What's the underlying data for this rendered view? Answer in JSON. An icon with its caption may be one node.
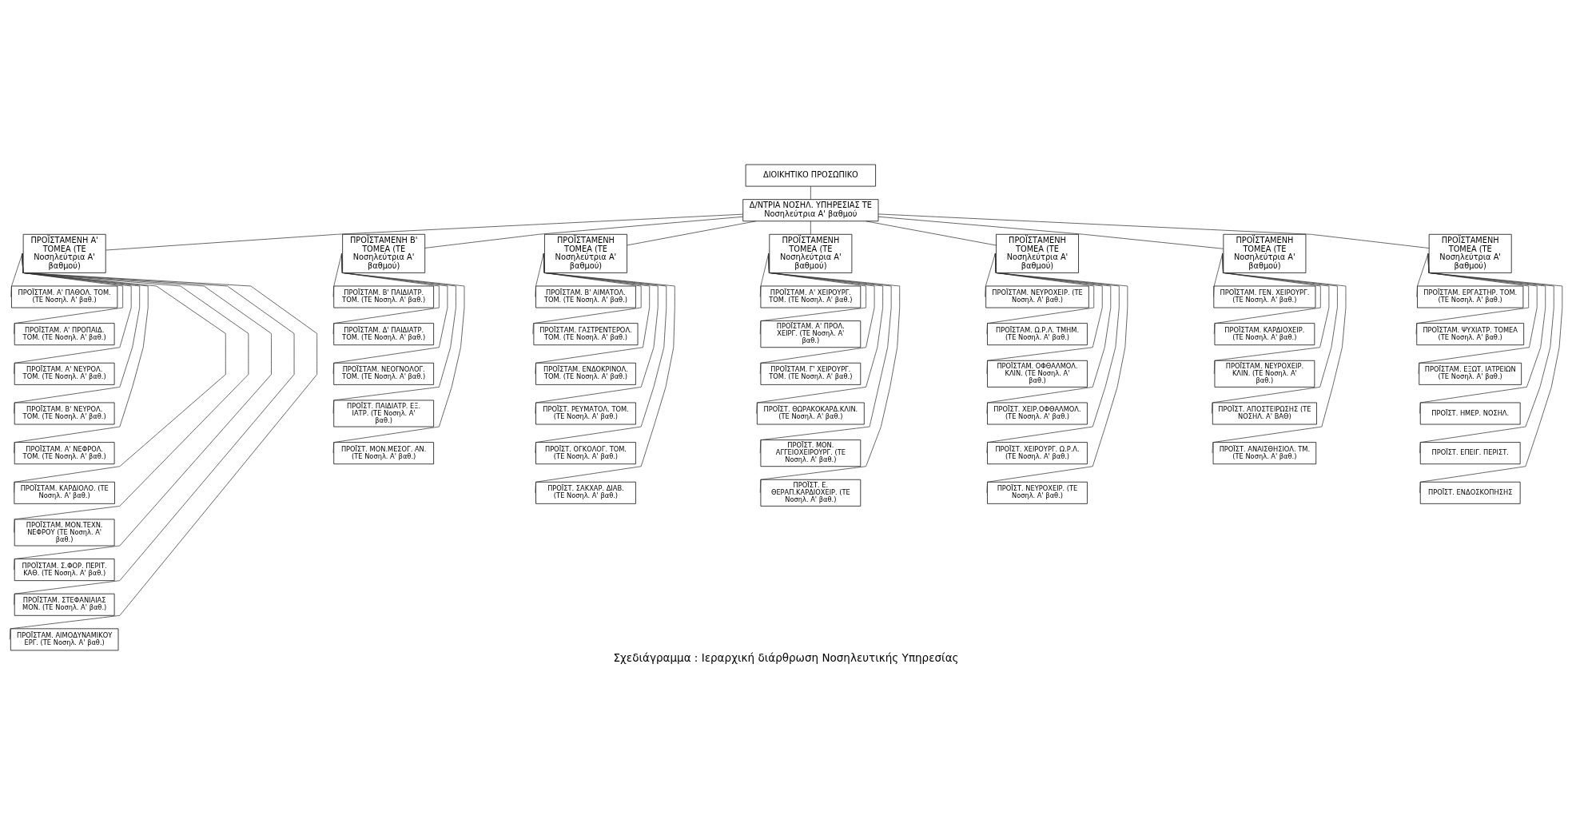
{
  "diagram": {
    "caption": "Σχεδιάγραμμα : Ιεραρχική διάρθρωση Νοσηλευτικής Υπηρεσίας",
    "nodes": [
      {
        "text": [
          "ΔΙΟΙΚΗΤΙΚΟ ΠΡΟΣΩΠΙΚΟ"
        ]
      },
      {
        "text": [
          "Δ/ΝΤΡΙΑ ΝΟΣΗΛ. ΥΠΗΡΕΣΙΑΣ ΤΕ Νοσηλεύτρια Α' βαθμού"
        ]
      },
      {
        "text": [
          "ΠΡΟΪΣΤΑΜΕΝΗ Α' ΤΟΜΕΑ (ΤΕ Νοσηλεύτρια Α' βαθμού)"
        ]
      },
      {
        "text": [
          "ΠΡΟΪΣΤΑΜ. Α' ΠΑΘΟΛ. ΤΟΜ. (ΤΕ Νοσηλ. Α' βαθ.)"
        ]
      },
      {
        "text": [
          "ΠΡΟΪΣΤΑΜ. Α' ΠΡΟΠΑΙΔ. ΤΟΜ. (ΤΕ Νοσηλ. Α' βαθ.)"
        ]
      },
      {
        "text": [
          "ΠΡΟΪΣΤΑΜ. Α' ΝΕΥΡΟΛ. ΤΟΜ. (ΤΕ Νοσηλ. Α' βαθ.)"
        ]
      },
      {
        "text": [
          "ΠΡΟΪΣΤΑΜ. Β' ΝΕΥΡΟΛ. ΤΟΜ. (ΤΕ Νοσηλ. Α' βαθ.)"
        ]
      },
      {
        "text": [
          "ΠΡΟΪΣΤΑΜ. Α' ΝΕΦΡΟΛ. ΤΟΜ. (ΤΕ Νοσηλ. Α' βαθ.)"
        ]
      },
      {
        "text": [
          "ΠΡΟΪΣΤΑΜ. ΚΑΡΔΙΟΛΟ. (ΤΕ Νοσηλ. Α' βαθ.)"
        ]
      },
      {
        "text": [
          "ΠΡΟΪΣΤΑΜ. ΜΟΝ.ΤΕΧΝ. ΝΕΦΡΟΥ (ΤΕ Νοσηλ. Α' βαθ.)"
        ]
      },
      {
        "text": [
          "ΠΡΟΪΣΤΑΜ. Σ.ΦΟΡ. ΠΕΡΙΤ. ΚΑΘ. (ΤΕ Νοσηλ. Α' βαθ.)"
        ]
      },
      {
        "text": [
          "ΠΡΟΪΣΤΑΜ. ΣΤΕΦΑΝΙΑΙΑΣ ΜΟΝ. (ΤΕ Νοσηλ. Α' βαθ.)"
        ]
      },
      {
        "text": [
          "ΠΡΟΪΣΤΑΜ. ΑΙΜΟΔΥΝΑΜΙΚΟΥ ΕΡΓ. (ΤΕ Νοσηλ. Α' βαθ.)"
        ]
      },
      {
        "text": [
          "ΠΡΟΪΣΤΑΜΕΝΗ Β' ΤΟΜΕΑ (ΤΕ Νοσηλεύτρια Α' βαθμού)"
        ]
      },
      {
        "text": [
          "ΠΡΟΪΣΤΑΜ. Β' ΠΑΙΔΙΑΤΡ. ΤΟΜ. (ΤΕ Νοσηλ. Α' βαθ.)"
        ]
      },
      {
        "text": [
          "ΠΡΟΪΣΤΑΜ. Δ' ΠΑΙΔΙΑΤΡ. ΤΟΜ. (ΤΕ Νοσηλ. Α' βαθ.)"
        ]
      },
      {
        "text": [
          "ΠΡΟΪΣΤΑΜ. ΝΕΟΓΝΟΛΟΓ. ΤΟΜ. (ΤΕ Νοσηλ. Α' βαθ.)"
        ]
      },
      {
        "text": [
          "ΠΡΟΪΣΤ. ΠΑΙΔΙΑΤΡ. ΕΞ. ΙΑΤΡ. (ΤΕ Νοσηλ. Α' βαθ.)"
        ]
      },
      {
        "text": [
          "ΠΡΟΪΣΤ. ΜΟΝ.ΜΕΣΟΓ. ΑΝ. (ΤΕ Νοσηλ. Α' βαθ.)"
        ]
      },
      {
        "text": [
          "ΠΡΟΪΣΤΑΜΕΝΗ ΤΟΜΕΑ (ΤΕ Νοσηλεύτρια Α' βαθμού)"
        ]
      },
      {
        "text": [
          "ΠΡΟΪΣΤΑΜ. Β' ΑΙΜΑΤΟΛ. ΤΟΜ. (ΤΕ Νοσηλ. Α' βαθ.)"
        ]
      },
      {
        "text": [
          "ΠΡΟΪΣΤΑΜ. ΓΑΣΤΡΕΝΤΕΡΟΛ. ΤΟΜ. (ΤΕ Νοσηλ. Α' βαθ.)"
        ]
      },
      {
        "text": [
          "ΠΡΟΪΣΤΑΜ. ΕΝΔΟΚΡΙΝΟΛ. ΤΟΜ. (ΤΕ Νοσηλ. Α' βαθ.)"
        ]
      },
      {
        "text": [
          "ΠΡΟΪΣΤ. ΡΕΥΜΑΤΟΛ. ΤΟΜ. (ΤΕ Νοσηλ. Α' βαθ.)"
        ]
      },
      {
        "text": [
          "ΠΡΟΪΣΤ. ΟΓΚΟΛΟΓ. ΤΟΜ. (ΤΕ Νοσηλ. Α' βαθ.)"
        ]
      },
      {
        "text": [
          "ΠΡΟΪΣΤ. ΣΑΚΧΑΡ. ΔΙΑΒ. (ΤΕ Νοσηλ. Α' βαθ.)"
        ]
      },
      {
        "text": [
          "ΠΡΟΪΣΤΑΜΕΝΗ ΤΟΜΕΑ (ΤΕ Νοσηλεύτρια Α' βαθμού)"
        ]
      },
      {
        "text": [
          "ΠΡΟΪΣΤΑΜ. Α' ΧΕΙΡΟΥΡΓ. ΤΟΜ. (ΤΕ Νοσηλ. Α' βαθ.)"
        ]
      },
      {
        "text": [
          "ΠΡΟΪΣΤΑΜ. Α' ΠΡΟΛ. ΧΕΙΡΓ. (ΤΕ Νοσηλ. Α' βαθ.)"
        ]
      },
      {
        "text": [
          "ΠΡΟΪΣΤΑΜ. Γ' ΧΕΙΡΟΥΡΓ. ΤΟΜ. (ΤΕ Νοσηλ. Α' βαθ.)"
        ]
      },
      {
        "text": [
          "ΠΡΟΪΣΤ. ΘΩΡΑΚΟΚΑΡΔ.ΚΛΙΝ. (ΤΕ Νοσηλ. Α' βαθ.)"
        ]
      },
      {
        "text": [
          "ΠΡΟΪΣΤ. ΜΟΝ. ΑΓΓΕΙΟΧΕΙΡΟΥΡΓ. (ΤΕ Νοσηλ. Α' βαθ.)"
        ]
      },
      {
        "text": [
          "ΠΡΟΪΣΤ. Ε. ΘΕΡΑΠ.ΚΑΡΔΙΟΧΕΙΡ. (ΤΕ Νοσηλ. Α' βαθ.)"
        ]
      },
      {
        "text": [
          "ΠΡΟΪΣΤΑΜΕΝΗ ΤΟΜΕΑ (ΤΕ Νοσηλεύτρια Α' βαθμού)"
        ]
      },
      {
        "text": [
          "ΠΡΟΪΣΤΑΜ. ΝΕΥΡΟΧΕΙΡ. (ΤΕ Νοσηλ. Α' βαθ.)"
        ]
      },
      {
        "text": [
          "ΠΡΟΪΣΤΑΜ. Ω.Ρ.Λ. ΤΜΗΜ. (ΤΕ Νοσηλ. Α' βαθ.)"
        ]
      },
      {
        "text": [
          "ΠΡΟΪΣΤΑΜ. ΟΦΘΑΛΜΟΛ. ΚΛΙΝ. (ΤΕ Νοσηλ. Α' βαθ.)"
        ]
      },
      {
        "text": [
          "ΠΡΟΪΣΤ. ΧΕΙΡ.ΟΦΘΑΛΜΟΛ. (ΤΕ Νοσηλ. Α' βαθ.)"
        ]
      },
      {
        "text": [
          "ΠΡΟΪΣΤ. ΧΕΙΡΟΥΡΓ. Ω.Ρ.Λ. (ΤΕ Νοσηλ. Α' βαθ.)"
        ]
      },
      {
        "text": [
          "ΠΡΟΪΣΤ. ΝΕΥΡΟΧΕΙΡ. (ΤΕ Νοσηλ. Α' βαθ.)"
        ]
      },
      {
        "text": [
          "ΠΡΟΪΣΤΑΜΕΝΗ ΤΟΜΕΑ (ΤΕ Νοσηλεύτρια Α' βαθμού)"
        ]
      },
      {
        "text": [
          "ΠΡΟΪΣΤΑΜ. ΓΕΝ. ΧΕΙΡΟΥΡΓ. (ΤΕ Νοσηλ. Α' βαθ.)"
        ]
      },
      {
        "text": [
          "ΠΡΟΪΣΤΑΜ. ΚΑΡΔΙΟΧΕΙΡ. (ΤΕ Νοσηλ. Α' βαθ.)"
        ]
      },
      {
        "text": [
          "ΠΡΟΪΣΤΑΜ. ΝΕΥΡΟΧΕΙΡ. ΚΛΙΝ. (ΤΕ Νοσηλ. Α' βαθ.)"
        ]
      },
      {
        "text": [
          "ΠΡΟΪΣΤ. ΑΠΟΣΤΕΙΡΩΣΗΣ (ΤΕ ΝΟΣΗΛ. Α' ΒΑΘ)"
        ]
      },
      {
        "text": [
          "ΠΡΟΪΣΤ. ΑΝΑΙΣΘΗΣΙΟΛ. ΤΜ. (ΤΕ Νοσηλ. Α' βαθ.)"
        ]
      },
      {
        "text": [
          "ΠΡΟΪΣΤΑΜΕΝΗ ΤΟΜΕΑ (ΤΕ Νοσηλεύτρια Α' βαθμού)"
        ]
      },
      {
        "text": [
          "ΠΡΟΪΣΤΑΜ. ΕΡΓΑΣΤΗΡ. ΤΟΜ. (ΤΕ Νοσηλ. Α' βαθ.)"
        ]
      },
      {
        "text": [
          "ΠΡΟΪΣΤΑΜ. ΨΥΧΙΑΤΡ. ΤΟΜΕΑ (ΤΕ Νοσηλ. Α' βαθ.)"
        ]
      },
      {
        "text": [
          "ΠΡΟΪΣΤΑΜ. ΕΞΩΤ. ΙΑΤΡΕΙΩΝ (ΤΕ Νοσηλ. Α' βαθ.)"
        ]
      },
      {
        "text": [
          "ΠΡΟΪΣΤ. ΗΜΕΡ. ΝΟΣΗΛ."
        ]
      },
      {
        "text": [
          "ΠΡΟΪΣΤ. ΕΠΕΙΓ. ΠΕΡΙΣΤ."
        ]
      },
      {
        "text": [
          "ΠΡΟΪΣΤ. ΕΝΔΟΣΚΟΠΗΣΗΣ"
        ]
      }
    ],
    "edges": [
      {
        "from": 0,
        "to": 1,
        "arrow": "none"
      },
      {
        "from": 1,
        "to": 2,
        "arrow": "none"
      },
      {
        "from": 1,
        "to": 13,
        "arrow": "none"
      },
      {
        "from": 1,
        "to": 19,
        "arrow": "none"
      },
      {
        "from": 1,
        "to": 26,
        "arrow": "none"
      },
      {
        "from": 1,
        "to": 33,
        "arrow": "none"
      },
      {
        "from": 1,
        "to": 40,
        "arrow": "none"
      },
      {
        "from": 1,
        "to": 46,
        "arrow": "none"
      },
      {
        "from": 2,
        "to": 3,
        "arrow": "none"
      },
      {
        "from": 2,
        "to": 4,
        "arrow": "none"
      },
      {
        "from": 2,
        "to": 5,
        "arrow": "none"
      },
      {
        "from": 2,
        "to": 6,
        "arrow": "none"
      },
      {
        "from": 2,
        "to": 7,
        "arrow": "none"
      },
      {
        "from": 2,
        "to": 8,
        "arrow": "none"
      },
      {
        "from": 2,
        "to": 9,
        "arrow": "none"
      },
      {
        "from": 2,
        "to": 10,
        "arrow": "none"
      },
      {
        "from": 2,
        "to": 11,
        "arrow": "none"
      },
      {
        "from": 2,
        "to": 12,
        "arrow": "none"
      },
      {
        "from": 13,
        "to": 14,
        "arrow": "none"
      },
      {
        "from": 13,
        "to": 15,
        "arrow": "none"
      },
      {
        "from": 13,
        "to": 16,
        "arrow": "none"
      },
      {
        "from": 13,
        "to": 17,
        "arrow": "none"
      },
      {
        "from": 13,
        "to": 18,
        "arrow": "none"
      },
      {
        "from": 19,
        "to": 20,
        "arrow": "none"
      },
      {
        "from": 19,
        "to": 21,
        "arrow": "none"
      },
      {
        "from": 19,
        "to": 22,
        "arrow": "none"
      },
      {
        "from": 19,
        "to": 23,
        "arrow": "none"
      },
      {
        "from": 19,
        "to": 24,
        "arrow": "none"
      },
      {
        "from": 19,
        "to": 25,
        "arrow": "none"
      },
      {
        "from": 26,
        "to": 27,
        "arrow": "none"
      },
      {
        "from": 26,
        "to": 28,
        "arrow": "none"
      },
      {
        "from": 26,
        "to": 29,
        "arrow": "none"
      },
      {
        "from": 26,
        "to": 30,
        "arrow": "none"
      },
      {
        "from": 26,
        "to": 31,
        "arrow": "none"
      },
      {
        "from": 26,
        "to": 32,
        "arrow": "none"
      },
      {
        "from": 33,
        "to": 34,
        "arrow": "none"
      },
      {
        "from": 33,
        "to": 35,
        "arrow": "none"
      },
      {
        "from": 33,
        "to": 36,
        "arrow": "none"
      },
      {
        "from": 33,
        "to": 37,
        "arrow": "none"
      },
      {
        "from": 33,
        "to": 38,
        "arrow": "none"
      },
      {
        "from": 33,
        "to": 39,
        "arrow": "none"
      },
      {
        "from": 40,
        "to": 41,
        "arrow": "none"
      },
      {
        "from": 40,
        "to": 42,
        "arrow": "none"
      },
      {
        "from": 40,
        "to": 43,
        "arrow": "none"
      },
      {
        "from": 40,
        "to": 44,
        "arrow": "none"
      },
      {
        "from": 40,
        "to": 45,
        "arrow": "none"
      },
      {
        "from": 46,
        "to": 47,
        "arrow": "none"
      },
      {
        "from": 46,
        "to": 48,
        "arrow": "none"
      },
      {
        "from": 46,
        "to": 49,
        "arrow": "none"
      },
      {
        "from": 46,
        "to": 50,
        "arrow": "none"
      },
      {
        "from": 46,
        "to": 51,
        "arrow": "none"
      },
      {
        "from": 46,
        "to": 52,
        "arrow": "none"
      }
    ]
  }
}
